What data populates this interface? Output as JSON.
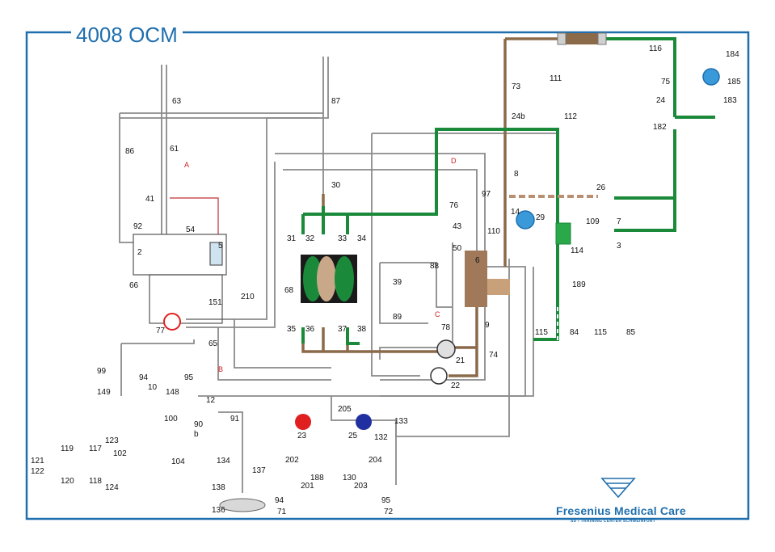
{
  "title": "4008 OCM",
  "brand": {
    "name": "Fresenius Medical Care",
    "subtitle": "SD / TRAINING CENTER SCHWEINFURT"
  },
  "colors": {
    "frame": "#1f6fae",
    "water_line": "#7a7a7a",
    "blood_green": "#1a8a3a",
    "dialysate_brown": "#8b6a4a",
    "valve": "#3a9ad9",
    "filter": "#2aa84a",
    "red_annotation": "#d02020",
    "pump_red": "#e02020",
    "pump_blue": "#2030a0"
  },
  "component_labels": {
    "c63": "63",
    "c87": "87",
    "c86": "86",
    "c61": "61",
    "cA": "A",
    "c41": "41",
    "c92": "92",
    "c54": "54",
    "c5": "5",
    "c2": "2",
    "c66": "66",
    "c151": "151",
    "c210": "210",
    "c77": "77",
    "c65": "65",
    "cB": "B",
    "c99": "99",
    "c149": "149",
    "c94a": "94",
    "c10": "10",
    "c95a": "95",
    "c148": "148",
    "c12": "12",
    "c100": "100",
    "c90": "90",
    "cb": "b",
    "c91": "91",
    "c119": "119",
    "c117": "117",
    "c123": "123",
    "c121": "121",
    "c122": "122",
    "c120": "120",
    "c118": "118",
    "c124": "124",
    "c102": "102",
    "c104": "104",
    "c134": "134",
    "c138": "138",
    "c137": "137",
    "c136": "136",
    "c30": "30",
    "c31": "31",
    "c32": "32",
    "c33": "33",
    "c34": "34",
    "c68": "68",
    "c35": "35",
    "c36": "36",
    "c37": "37",
    "c38": "38",
    "c39": "39",
    "c89": "89",
    "c88": "88",
    "cC": "C",
    "c78": "78",
    "c21": "21",
    "c22": "22",
    "c73": "73",
    "c24b": "24b",
    "c111": "111",
    "c112": "112",
    "cD": "D",
    "c8": "8",
    "c97": "97",
    "c76": "76",
    "c43": "43",
    "c50": "50",
    "c14": "14",
    "c110": "110",
    "c6": "6",
    "c29": "29",
    "c9": "9",
    "c74": "74",
    "c116": "116",
    "c184": "184",
    "c75": "75",
    "c185": "185",
    "c24": "24",
    "c183": "183",
    "c182": "182",
    "c26": "26",
    "c109": "109",
    "c7": "7",
    "c3": "3",
    "c114": "114",
    "c189": "189",
    "c115a": "115",
    "c84": "84",
    "c115b": "115",
    "c85": "85",
    "c205": "205",
    "c23": "23",
    "c25": "25",
    "c133": "133",
    "c132": "132",
    "c202": "202",
    "c201": "201",
    "c188": "188",
    "c130": "130",
    "c204": "204",
    "c203": "203",
    "c94b": "94",
    "c71": "71",
    "c95b": "95",
    "c72": "72"
  }
}
